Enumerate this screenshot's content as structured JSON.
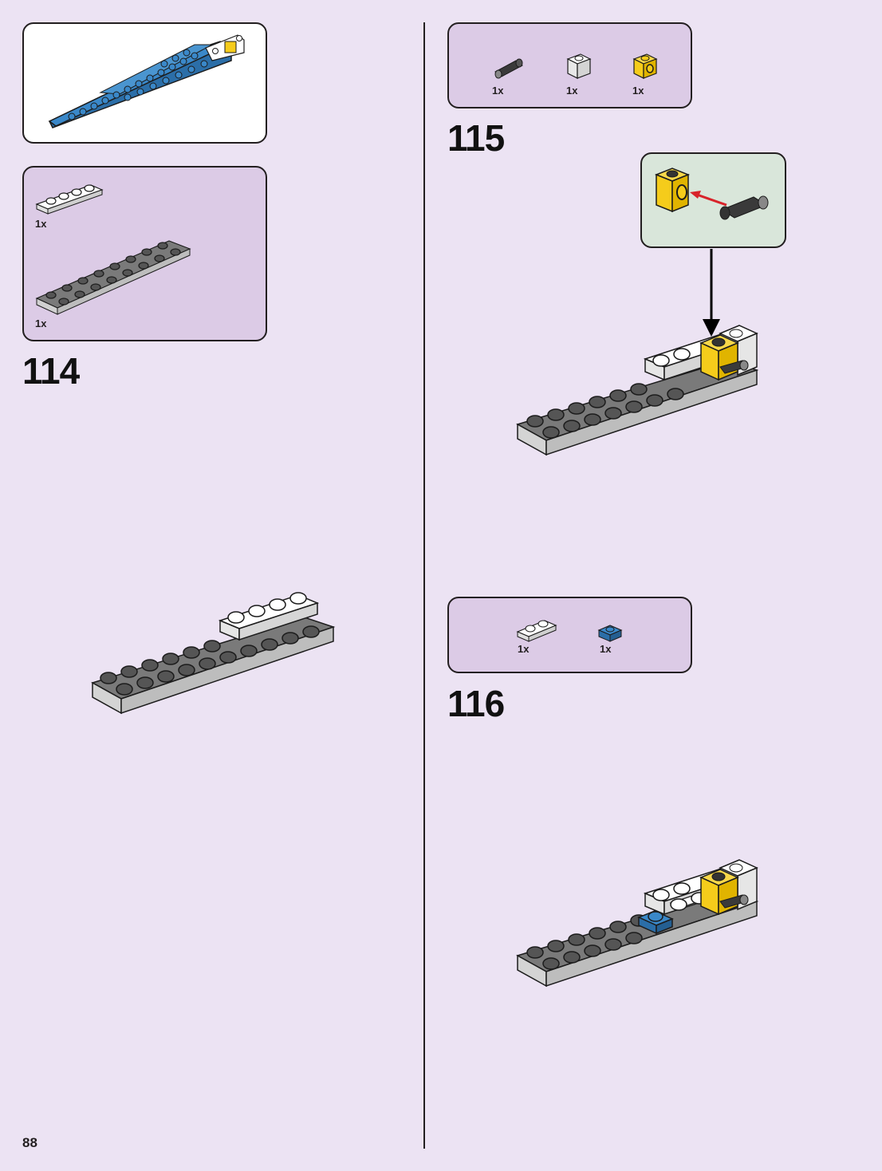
{
  "page": {
    "number": "88"
  },
  "steps": [
    {
      "number": "114",
      "parts": [
        {
          "qty": "1x",
          "part": "white-plate-1x4"
        },
        {
          "qty": "1x",
          "part": "gray-plate-2x8"
        }
      ]
    },
    {
      "number": "115",
      "parts": [
        {
          "qty": "1x",
          "part": "black-pin-connector"
        },
        {
          "qty": "1x",
          "part": "white-brick-1x1"
        },
        {
          "qty": "1x",
          "part": "yellow-technic-brick-1x1"
        }
      ]
    },
    {
      "number": "116",
      "parts": [
        {
          "qty": "1x",
          "part": "white-plate-1x2"
        },
        {
          "qty": "1x",
          "part": "blue-plate-1x1"
        }
      ]
    }
  ],
  "colors": {
    "background": "#ece3f3",
    "parts_panel": "#dccbe6",
    "callout_panel": "#d9e6da",
    "brick_blue": "#3a88c9",
    "brick_yellow": "#f5cc1b",
    "brick_gray": "#6f6f6f",
    "arrow_red": "#d8232a"
  }
}
